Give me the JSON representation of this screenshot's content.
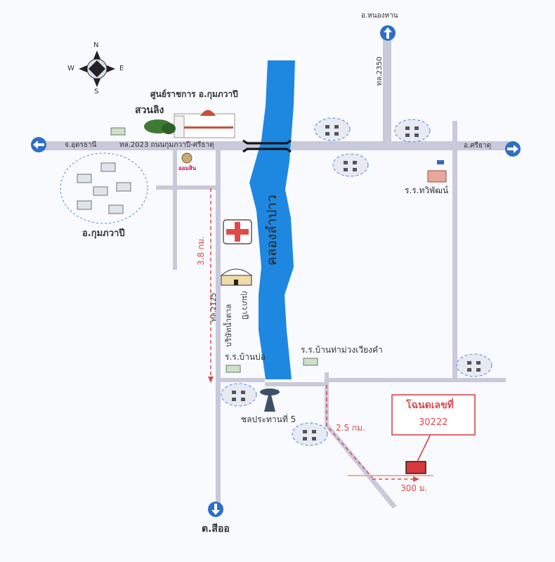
{
  "compass": {
    "n": "N",
    "s": "S",
    "e": "E",
    "w": "W"
  },
  "landmarks": {
    "gov_center": "ศูนย์ราชการ อ.กุมภวาปี",
    "monkey_park": "สวนลิง",
    "bank": "ออมสิน",
    "district_village": "อ.กุมภวาปี",
    "sugar_factory_line1": "บริษัทน้ำตาล",
    "sugar_factory_line2": "กุมภวาปี",
    "school_ban_bo": "ร.ร.บ้านบ่อ",
    "school_tha_muang": "ร.ร.บ้านท่าม่วงเวียงคำ",
    "school_thawiphat": "ร.ร.ทวิพัฒน์",
    "irrigation": "ชลประทานที่ 5",
    "canal": "คลองลำปาว"
  },
  "roads": {
    "main_road": "ทล.2023 ถนนกุมภวาปี-ศรีธาตุ",
    "to_udon": "จ.อุดรธานี",
    "to_sri_that": "อ.ศรีธาตุ",
    "to_nong_han": "อ.หนองหาน",
    "to_si_o": "ต.สีออ",
    "road_2350": "ทล.2350",
    "road_2125": "ทล.2125"
  },
  "distances": {
    "d1": "3.8 กม.",
    "d2": "2.5 กม.",
    "d3": "300 ม."
  },
  "deed": {
    "title": "โฉนดเลขที่",
    "number": "30222"
  },
  "colors": {
    "river": "#1e88e0",
    "road": "#c9c9dc",
    "accent": "#e0474c",
    "sign": "#2f6fc4",
    "plot": "#d9373b"
  }
}
